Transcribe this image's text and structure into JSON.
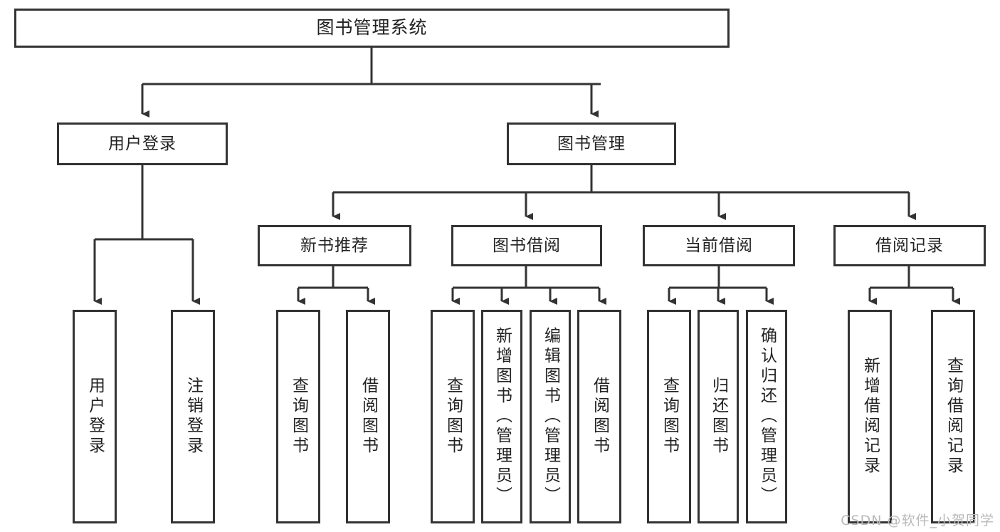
{
  "diagram": {
    "title": "图书管理系统",
    "watermark": "CSDN @软件_小贺同学",
    "line_color": "#333333",
    "box_fill": "#ffffff",
    "text_color": "#222222",
    "watermark_color": "#b9b9b9"
  },
  "root": {
    "label": "图书管理系统"
  },
  "level2": [
    {
      "label": "用户登录"
    },
    {
      "label": "图书管理"
    }
  ],
  "level3": [
    {
      "label": "新书推荐"
    },
    {
      "label": "图书借阅"
    },
    {
      "label": "当前借阅"
    },
    {
      "label": "借阅记录"
    }
  ],
  "leaves": {
    "user_login": [
      {
        "label": "用户登录"
      },
      {
        "label": "注销登录"
      }
    ],
    "new_book": [
      {
        "label": "查询图书"
      },
      {
        "label": "借阅图书"
      }
    ],
    "book_borrow": [
      {
        "label": "查询图书"
      },
      {
        "label": "新增图书（管理员）"
      },
      {
        "label": "编辑图书（管理员）"
      },
      {
        "label": "借阅图书"
      }
    ],
    "current_borrow": [
      {
        "label": "查询图书"
      },
      {
        "label": "归还图书"
      },
      {
        "label": "确认归还（管理员）"
      }
    ],
    "borrow_record": [
      {
        "label": "新增借阅记录"
      },
      {
        "label": "查询借阅记录"
      }
    ]
  }
}
